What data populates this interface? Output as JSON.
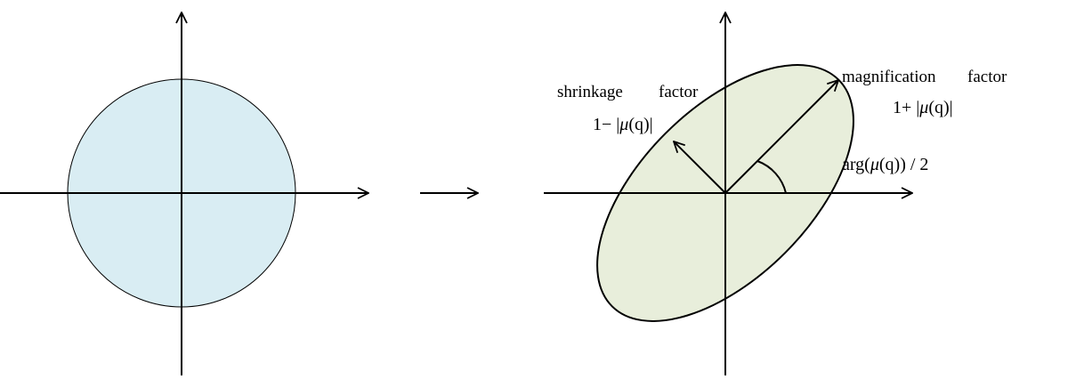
{
  "colors": {
    "circle_fill": "#d9edf3",
    "ellipse_fill": "#e8eedb",
    "stroke": "#000000"
  },
  "labels": {
    "shrinkage": {
      "word1": "shrinkage",
      "word2": "factor",
      "expr_prefix": "1−",
      "mu": "μ",
      "arg": "(q)"
    },
    "magnification": {
      "word1": "magnification",
      "word2": "factor",
      "expr_prefix": "1+",
      "mu": "μ",
      "arg": "(q)"
    },
    "angle": {
      "prefix": "arg(",
      "mu": "μ",
      "suffix": "(q)) / 2"
    }
  }
}
